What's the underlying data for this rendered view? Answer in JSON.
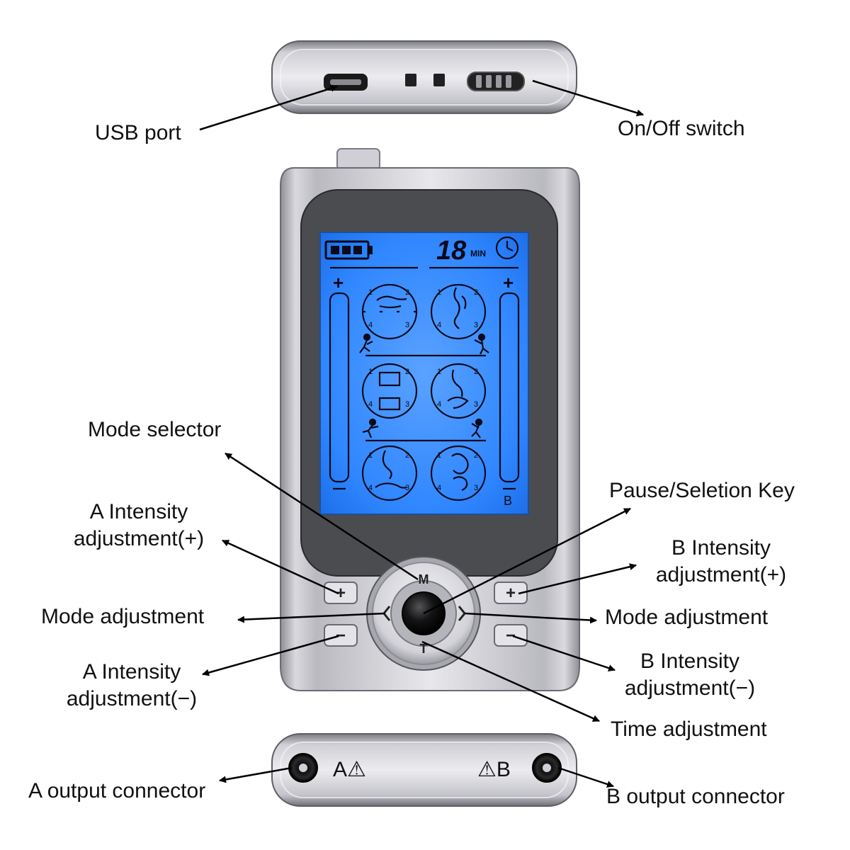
{
  "device": {
    "timer_value": "18",
    "timer_unit": "MIN",
    "plus_symbol": "+",
    "minus_symbol": "−",
    "channel_b_letter": "B",
    "key_mode_letter": "M",
    "key_time_letter": "T",
    "bottom_channel_a": "A⚠",
    "bottom_channel_b": "⚠B",
    "mode_digits": [
      "1",
      "2",
      "4",
      "3"
    ],
    "lcd_color": "#2f86ff"
  },
  "labels": {
    "usb_port": "USB port",
    "on_off_switch": "On/Off switch",
    "mode_selector": "Mode selector",
    "pause_selection_key": "Pause/Seletion Key",
    "a_intensity_plus": [
      "A Intensity",
      "adjustment(+)"
    ],
    "b_intensity_plus": [
      "B Intensity",
      "adjustment(+)"
    ],
    "mode_adjustment_left": "Mode adjustment",
    "mode_adjustment_right": "Mode adjustment",
    "a_intensity_minus": [
      "A Intensity",
      "adjustment(−)"
    ],
    "b_intensity_minus": [
      "B Intensity",
      "adjustment(−)"
    ],
    "time_adjustment": "Time adjustment",
    "a_output_connector": "A output connector",
    "b_output_connector": "B output connector"
  }
}
